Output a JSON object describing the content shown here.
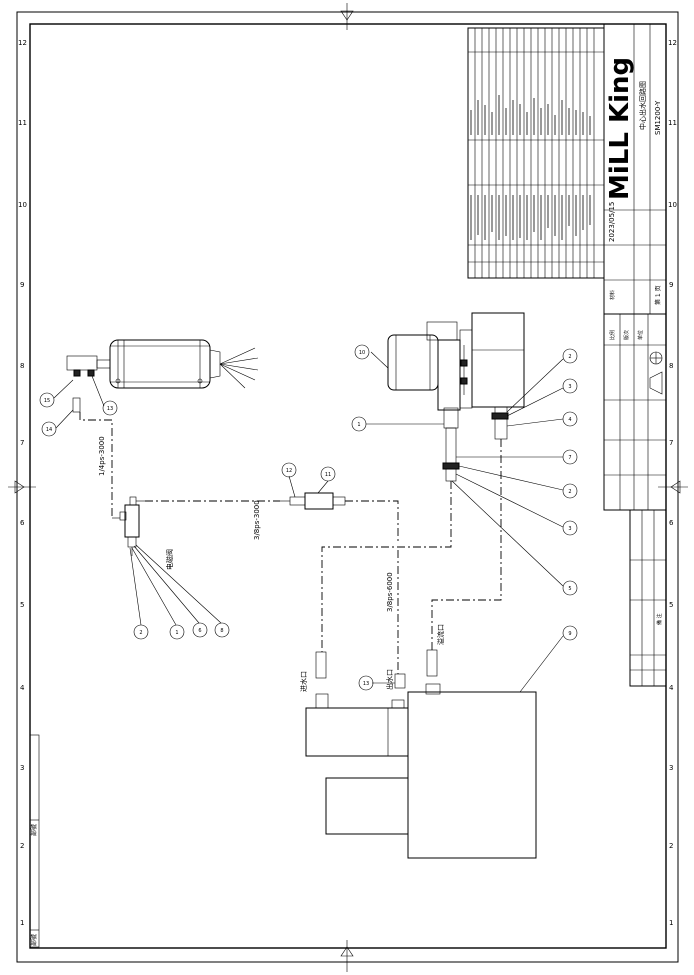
{
  "sheet": {
    "border_numbers_vertical": [
      "1",
      "2",
      "3",
      "4",
      "5",
      "6",
      "7",
      "8",
      "9",
      "10",
      "11",
      "12"
    ],
    "left_box_top": "部號",
    "left_box_bottom": "部號"
  },
  "pipes": {
    "pipe_1": "1/4ps-3000",
    "pipe_2": "3/8ps-3000",
    "pipe_3": "3/8ps-6000",
    "solenoid_label": "电磁阀",
    "inlet": "进水口",
    "outlet": "出水口",
    "overflow": "溢流口"
  },
  "balloons": {
    "b_motor": "10",
    "b_1": "1",
    "b_2": "2",
    "b_3": "3",
    "b_4": "4",
    "b_5": "5",
    "b_6": "6",
    "b_7": "7",
    "b_8": "8",
    "b_9": "9",
    "b_11": "11",
    "b_12": "12",
    "b_13": "13",
    "b_14": "14",
    "b_15": "15"
  },
  "title_block": {
    "brand": "MiLL King",
    "drawing_title": "中心出水回路图",
    "model": "SM1200-Y",
    "date": "2023/05/15",
    "scale": "比例",
    "revision": "版次",
    "material": "材料",
    "unit": "单位",
    "sheet": "第 1 页",
    "remark": "備 注"
  }
}
